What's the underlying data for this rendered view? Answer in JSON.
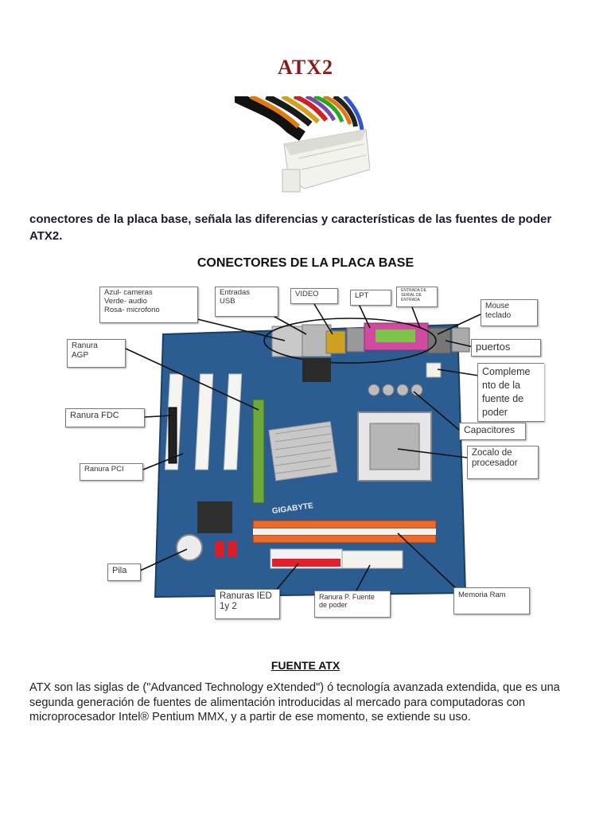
{
  "document": {
    "title": "ATX2",
    "intro": "conectores de la placa base, señala las diferencias y características de las fuentes de poder ATX2.",
    "diagram_title": "CONECTORES DE LA PLACA BASE",
    "diagram_labels": {
      "audio": "Azul- cameras\nVerde- audio\nRosa- microfono",
      "usb": "Entradas\nUSB",
      "video": "VIDEO",
      "lpt": "LPT",
      "serial": "ENTRADA DE\nSERIAL DE\nENTRADA",
      "mouse": "Mouse\nteclado",
      "puertos": "puertos",
      "complemento": "Compleme\nnto de la\nfuente de\npoder",
      "capacitores": "Capacitores",
      "zocalo": "Zocalo de\nprocesador",
      "agp": "Ranura\nAGP",
      "fdc": "Ranura FDC",
      "pci": "Ranura PCI",
      "pila": "Pila",
      "ied": "Ranuras IED\n1y 2",
      "fuente": "Ranura P. Fuente\nde poder",
      "ram": "Memoria Ram"
    },
    "brand": "GIGABYTE",
    "section_title": "FUENTE ATX",
    "section_text": "ATX son las siglas de (\"Advanced Technology eXtended\") ó tecnología avanzada extendida, que es una segunda generación de fuentes de alimentación introducidas al mercado para computadoras con microprocesador Intel® Pentium MMX, y a partir de ese momento, se extiende su uso."
  },
  "colors": {
    "title": "#8b1a1a",
    "board": "#2b5d93",
    "ram_slot": "#e86a2c",
    "agp_slot": "#6ea83a"
  }
}
